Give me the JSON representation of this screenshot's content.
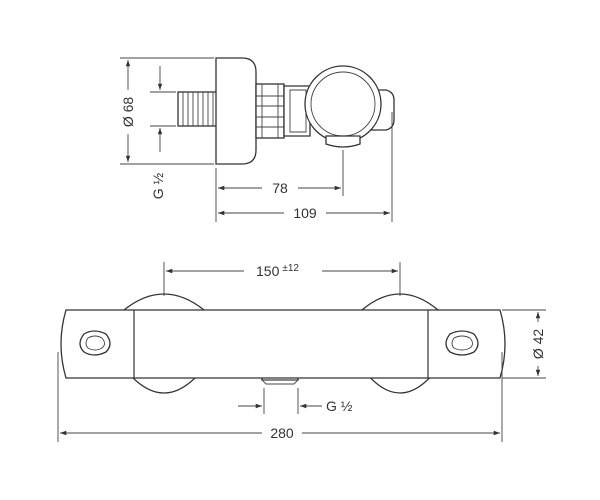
{
  "dimensions": {
    "diameter_fitting": "Ø 68",
    "thread_top": "G ½",
    "depth_78": "78",
    "depth_109": "109",
    "center_distance_value": "150",
    "center_distance_tolerance": "±12",
    "thread_bottom": "G ½",
    "diameter_body": "Ø 42",
    "total_length": "280"
  },
  "colors": {
    "line": "#333333",
    "background": "#ffffff"
  }
}
